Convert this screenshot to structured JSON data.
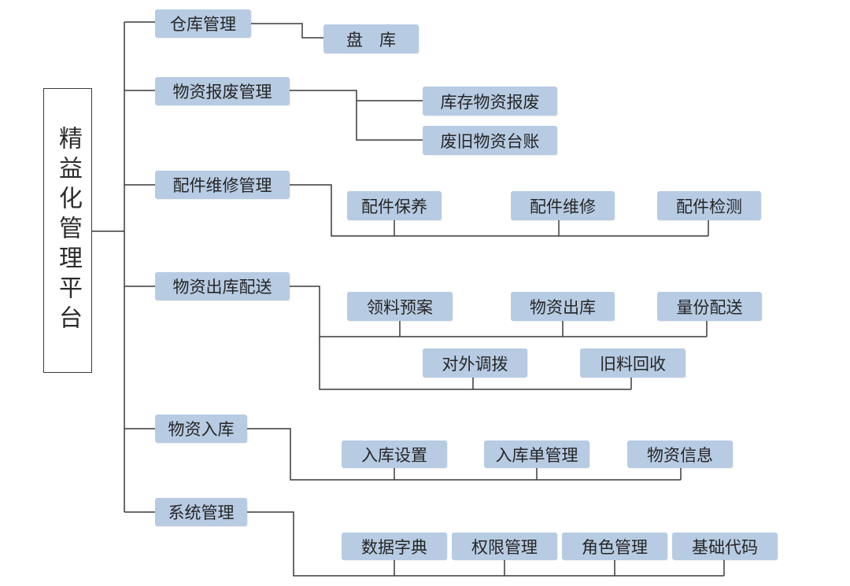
{
  "root": "精益化管理平台",
  "modules": [
    {
      "label": "仓库管理",
      "children": [
        "盘　库"
      ]
    },
    {
      "label": "物资报废管理",
      "children": [
        "库存物资报废",
        "废旧物资台账"
      ]
    },
    {
      "label": "配件维修管理",
      "children": [
        "配件保养",
        "配件维修",
        "配件检测"
      ]
    },
    {
      "label": "物资出库配送",
      "children": [
        "领料预案",
        "物资出库",
        "量份配送",
        "对外调拨",
        "旧料回收"
      ]
    },
    {
      "label": "物资入库",
      "children": [
        "入库设置",
        "入库单管理",
        "物资信息"
      ]
    },
    {
      "label": "系统管理",
      "children": [
        "数据字典",
        "权限管理",
        "角色管理",
        "基础代码"
      ]
    }
  ],
  "colors": {
    "node_fill": "#b7cbe3",
    "line": "#3a3a3a",
    "text": "#262626"
  }
}
